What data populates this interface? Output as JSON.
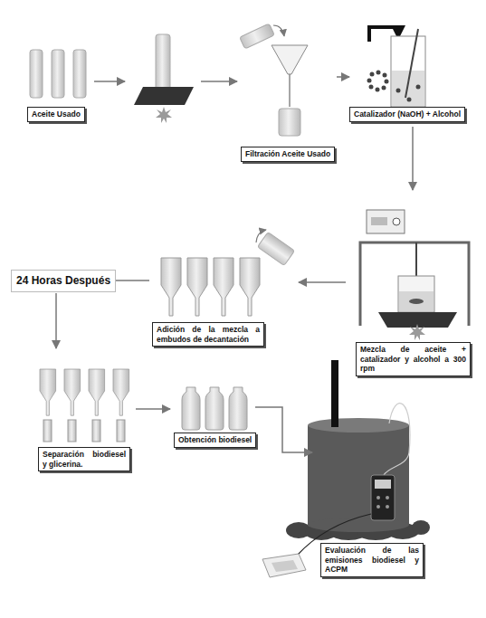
{
  "diagram": {
    "nodes": [
      {
        "text": [
          "Aceite Usado"
        ]
      },
      {
        "text": [
          "Filtración Aceite Usado"
        ]
      },
      {
        "text": [
          "Catalizador (NaOH) + Alcohol"
        ]
      },
      {
        "text": [
          "Mezcla de aceite + catalizador y alcohol a 300 rpm"
        ]
      },
      {
        "text": [
          "Adición de la mezcla a embudos de decantación"
        ]
      },
      {
        "text": [
          "24 Horas Después"
        ]
      },
      {
        "text": [
          "Separación biodiesel y glicerina."
        ]
      },
      {
        "text": [
          "Obtención biodiesel"
        ]
      },
      {
        "text": [
          "Evaluación de las emisiones biodiesel y ACPM"
        ]
      }
    ],
    "edges": [
      {
        "from": 0,
        "to": 1,
        "arrow": "to"
      },
      {
        "from": 1,
        "to": 2,
        "arrow": "to"
      },
      {
        "from": 2,
        "to": 3,
        "arrow": "to"
      },
      {
        "from": 3,
        "to": 4,
        "arrow": "to"
      },
      {
        "from": 4,
        "to": 5,
        "arrow": "to"
      },
      {
        "from": 5,
        "to": 6,
        "arrow": "to"
      },
      {
        "from": 6,
        "to": 7,
        "arrow": "to"
      },
      {
        "from": 7,
        "to": 8,
        "arrow": "to"
      }
    ]
  }
}
